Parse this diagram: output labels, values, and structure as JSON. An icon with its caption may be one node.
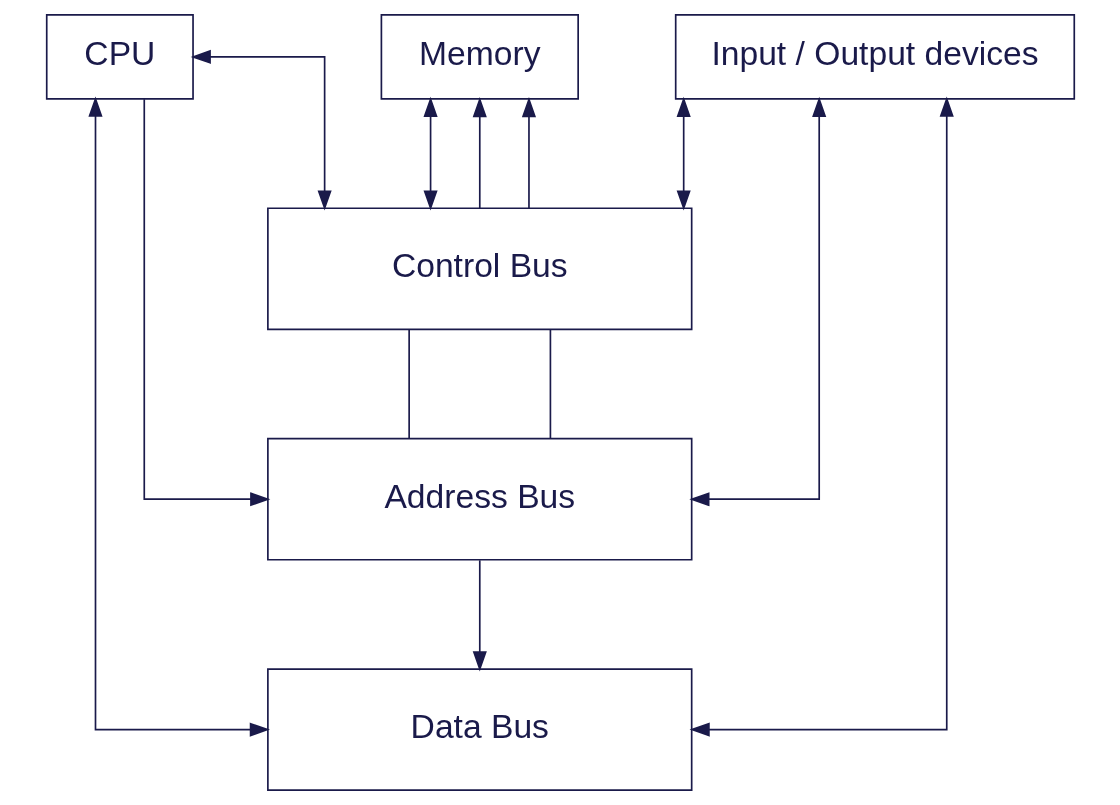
{
  "diagram": {
    "nodes": [
      {
        "text": [
          "CPU"
        ]
      },
      {
        "text": [
          "Memory"
        ]
      },
      {
        "text": [
          "Input / Output devices"
        ]
      },
      {
        "text": [
          "Control Bus"
        ]
      },
      {
        "text": [
          "Address Bus"
        ]
      },
      {
        "text": [
          "Data Bus"
        ]
      }
    ],
    "edges": [
      {
        "from": 0,
        "to": 3,
        "arrow": "both"
      },
      {
        "from": 0,
        "to": 4,
        "arrow": "to"
      },
      {
        "from": 0,
        "to": 5,
        "arrow": "both"
      },
      {
        "from": 1,
        "to": 3,
        "arrow": "both"
      },
      {
        "from": 3,
        "to": 1,
        "arrow": "to"
      },
      {
        "from": 3,
        "to": 1,
        "arrow": "to"
      },
      {
        "from": 3,
        "to": 4,
        "arrow": "none"
      },
      {
        "from": 3,
        "to": 4,
        "arrow": "none"
      },
      {
        "from": 4,
        "to": 5,
        "arrow": "to"
      },
      {
        "from": 2,
        "to": 3,
        "arrow": "both"
      },
      {
        "from": 2,
        "to": 4,
        "arrow": "both"
      },
      {
        "from": 2,
        "to": 5,
        "arrow": "both"
      }
    ]
  }
}
